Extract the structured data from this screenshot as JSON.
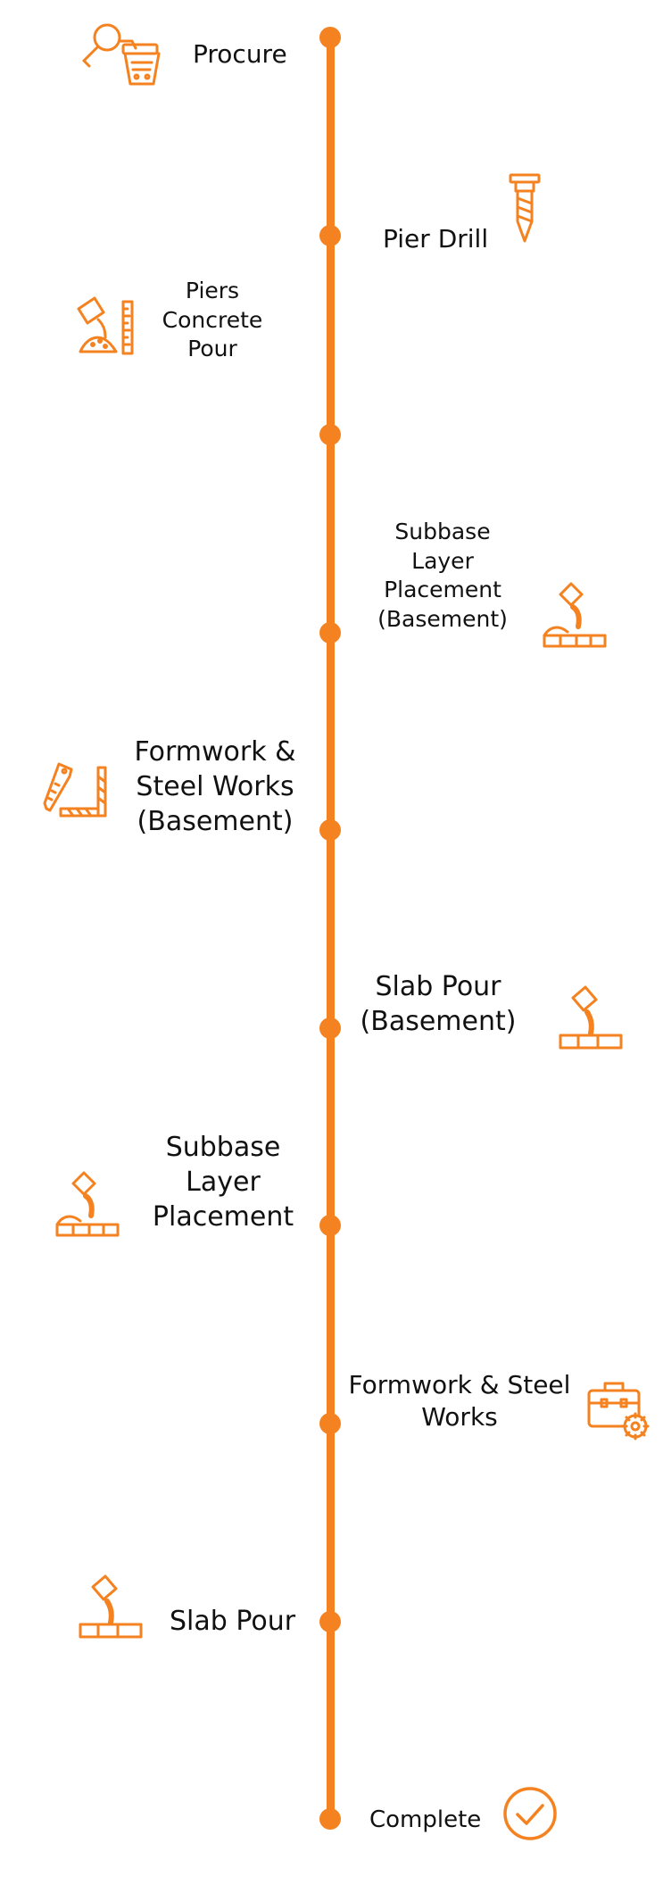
{
  "colors": {
    "accent": "#f58220",
    "text": "#111111",
    "background": "#ffffff"
  },
  "milestones": [
    {
      "label": "Procure",
      "side": "left",
      "icon": "procurement-search-basket-icon"
    },
    {
      "label": "Pier Drill",
      "side": "right",
      "icon": "pier-drill-bit-icon"
    },
    {
      "label": "Piers\nConcrete\nPour",
      "side": "left",
      "icon": "concrete-pour-ruler-icon"
    },
    {
      "label": "Subbase\nLayer\nPlacement\n(Basement)",
      "side": "right",
      "icon": "subbase-placement-icon"
    },
    {
      "label": "Formwork &\nSteel Works\n(Basement)",
      "side": "left",
      "icon": "saw-square-icon"
    },
    {
      "label": "Slab Pour\n(Basement)",
      "side": "right",
      "icon": "slab-pour-icon"
    },
    {
      "label": "Subbase\nLayer\nPlacement",
      "side": "left",
      "icon": "subbase-placement-icon"
    },
    {
      "label": "Formwork & Steel\nWorks",
      "side": "right",
      "icon": "toolbox-gear-icon"
    },
    {
      "label": "Slab Pour",
      "side": "left",
      "icon": "slab-pour-icon"
    },
    {
      "label": "Complete",
      "side": "right",
      "icon": "check-circle-icon"
    }
  ]
}
